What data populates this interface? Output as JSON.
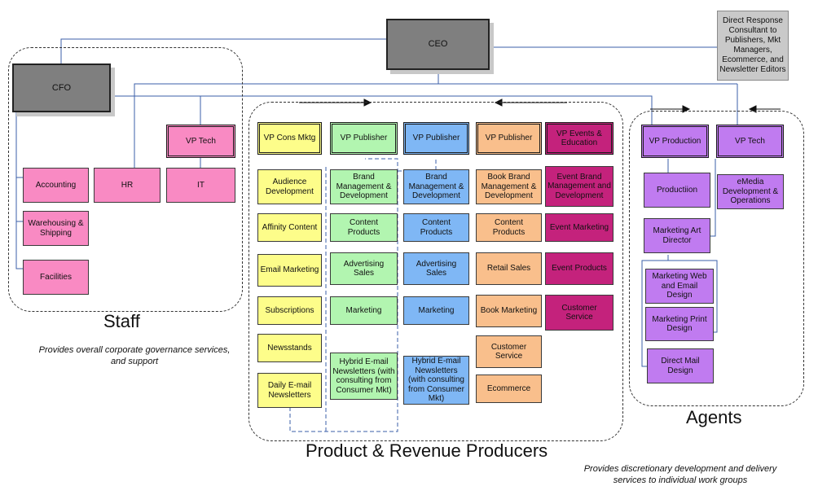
{
  "ceo": "CEO",
  "cfo": "CFO",
  "consultant": "Direct Response Consultant to Publishers, Mkt Managers, Ecommerce, and Newsletter Editors",
  "staff": {
    "label": "Staff",
    "caption": "Provides overall corporate governance services, and support",
    "vp_tech": "VP Tech",
    "accounting": "Accounting",
    "warehousing": "Warehousing & Shipping",
    "facilities": "Facilities",
    "hr": "HR",
    "it": "IT"
  },
  "producers": {
    "label": "Product & Revenue Producers",
    "cons_mktg": {
      "head": "VP Cons Mktg",
      "items": [
        "Audience Development",
        "Affinity Content",
        "Email Marketing",
        "Subscriptions",
        "Newsstands",
        "Daily E-mail Newsletters"
      ]
    },
    "publisher_green": {
      "head": "VP Publisher",
      "items": [
        "Brand Management & Development",
        "Content Products",
        "Advertising Sales",
        "Marketing",
        "Hybrid E-mail Newsletters (with consulting from Consumer Mkt)"
      ]
    },
    "publisher_blue": {
      "head": "VP Publisher",
      "items": [
        "Brand Management & Development",
        "Content Products",
        "Advertising Sales",
        "Marketing",
        "Hybrid E-mail Newsletters (with consulting from Consumer Mkt)"
      ]
    },
    "publisher_orange": {
      "head": "VP Publisher",
      "items": [
        "Book Brand Management & Development",
        "Content Products",
        "Retail Sales",
        "Book Marketing",
        "Customer Service",
        "Ecommerce"
      ]
    },
    "events": {
      "head": "VP Events & Education",
      "items": [
        "Event Brand Management and Development",
        "Event Marketing",
        "Event Products",
        "Customer Service"
      ]
    }
  },
  "agents": {
    "label": "Agents",
    "caption": "Provides discretionary development and delivery services to individual work groups",
    "production": {
      "head": "VP Production",
      "items": [
        "Productiion",
        "Marketing Art Director",
        "Marketing Web and Email Design",
        "Marketing Print Design",
        "Direct Mail Design"
      ]
    },
    "tech": {
      "head": "VP Tech",
      "items": [
        "eMedia Development & Operations"
      ]
    }
  },
  "colors": {
    "staff": "#f98ac3",
    "cons_mktg": "#fdfd8a",
    "publisher_green": "#b2f5b0",
    "publisher_blue": "#7fb7f5",
    "publisher_orange": "#f9bf8c",
    "events": "#c4227c",
    "agents": "#c07bf0",
    "executive": "#7f7f7f",
    "connector": "#3b5fa8"
  }
}
